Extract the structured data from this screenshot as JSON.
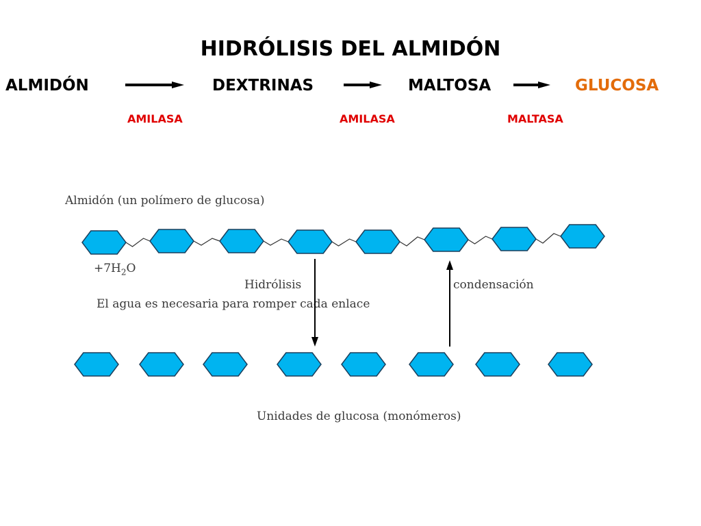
{
  "title": "HIDRÓLISIS DEL ALMIDÓN",
  "pathway": {
    "stages": [
      "ALMIDÓN",
      "DEXTRINAS",
      "MALTOSA",
      "GLUCOSA"
    ],
    "enzymes": [
      "AMILASA",
      "AMILASA",
      "MALTASA"
    ],
    "colors": {
      "stage": "#000000",
      "final_stage": "#e36c0a",
      "enzyme": "#e00000"
    }
  },
  "figure": {
    "polymer_label": "Almidón (un polímero de glucosa)",
    "water_prefix": "+7H",
    "water_sub": "2",
    "water_suffix": "O",
    "hydrolysis_label": "Hidrólisis",
    "condensation_label": "condensación",
    "water_note": "El agua es necesaria para romper cada enlace",
    "monomer_label": "Unidades de glucosa (monómeros)",
    "hexagon_color": "#00b4f0",
    "hexagon_outline": "#1b3f5c",
    "polymer_units": 8,
    "monomer_units": 8
  }
}
